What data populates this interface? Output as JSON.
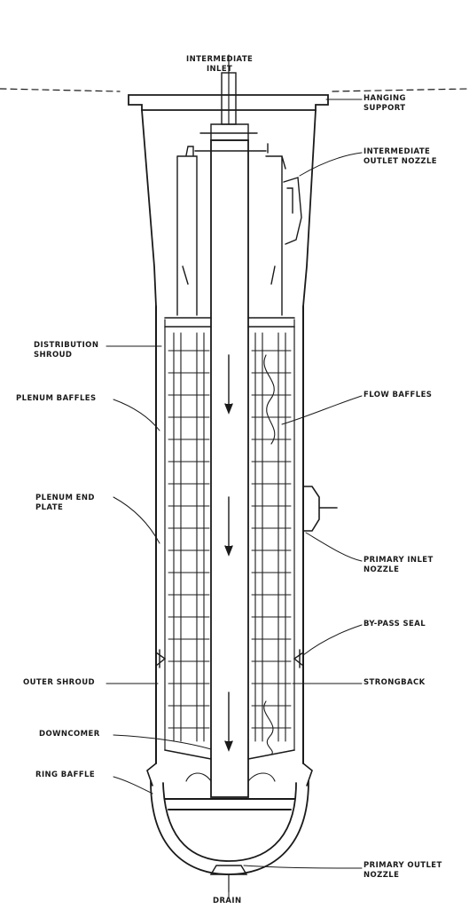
{
  "labels": {
    "intermediate_inlet": [
      "INTERMEDIATE",
      "INLET"
    ],
    "hanging_support": [
      "HANGING",
      "SUPPORT"
    ],
    "intermediate_outlet_nozzle": [
      "INTERMEDIATE",
      "OUTLET NOZZLE"
    ],
    "distribution_shroud": [
      "DISTRIBUTION",
      "SHROUD"
    ],
    "plenum_baffles": [
      "PLENUM BAFFLES"
    ],
    "flow_baffles": [
      "FLOW BAFFLES"
    ],
    "plenum_end_plate": [
      "PLENUM END",
      "PLATE"
    ],
    "primary_inlet_nozzle": [
      "PRIMARY INLET",
      "NOZZLE"
    ],
    "by_pass_seal": [
      "BY-PASS SEAL"
    ],
    "outer_shroud": [
      "OUTER SHROUD"
    ],
    "strongback": [
      "STRONGBACK"
    ],
    "downcomer": [
      "DOWNCOMER"
    ],
    "ring_baffle": [
      "RING BAFFLE"
    ],
    "primary_outlet_nozzle": [
      "PRIMARY OUTLET",
      "NOZZLE"
    ],
    "drain": [
      "DRAIN"
    ]
  },
  "colors": {
    "ink": "#1a1a1a",
    "paper": "#ffffff"
  }
}
